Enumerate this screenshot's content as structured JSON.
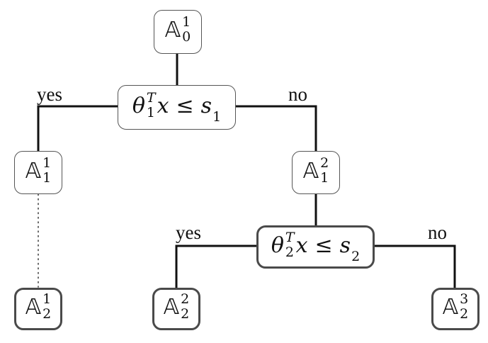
{
  "nodes": {
    "root": {
      "base": "𝔸",
      "sub": "0",
      "sup": "1"
    },
    "split1": {
      "theta": "θ",
      "theta_sub": "1",
      "theta_sup": "T",
      "x": "x",
      "leq": "≤",
      "s": "s",
      "s_sub": "1"
    },
    "n11": {
      "base": "𝔸",
      "sub": "1",
      "sup": "1"
    },
    "n12": {
      "base": "𝔸",
      "sub": "1",
      "sup": "2"
    },
    "split2": {
      "theta": "θ",
      "theta_sub": "2",
      "theta_sup": "T",
      "x": "x",
      "leq": "≤",
      "s": "s",
      "s_sub": "2"
    },
    "n21": {
      "base": "𝔸",
      "sub": "2",
      "sup": "1"
    },
    "n22": {
      "base": "𝔸",
      "sub": "2",
      "sup": "2"
    },
    "n23": {
      "base": "𝔸",
      "sub": "2",
      "sup": "3"
    }
  },
  "edge_labels": {
    "split1_yes": "yes",
    "split1_no": "no",
    "split2_yes": "yes",
    "split2_no": "no"
  }
}
